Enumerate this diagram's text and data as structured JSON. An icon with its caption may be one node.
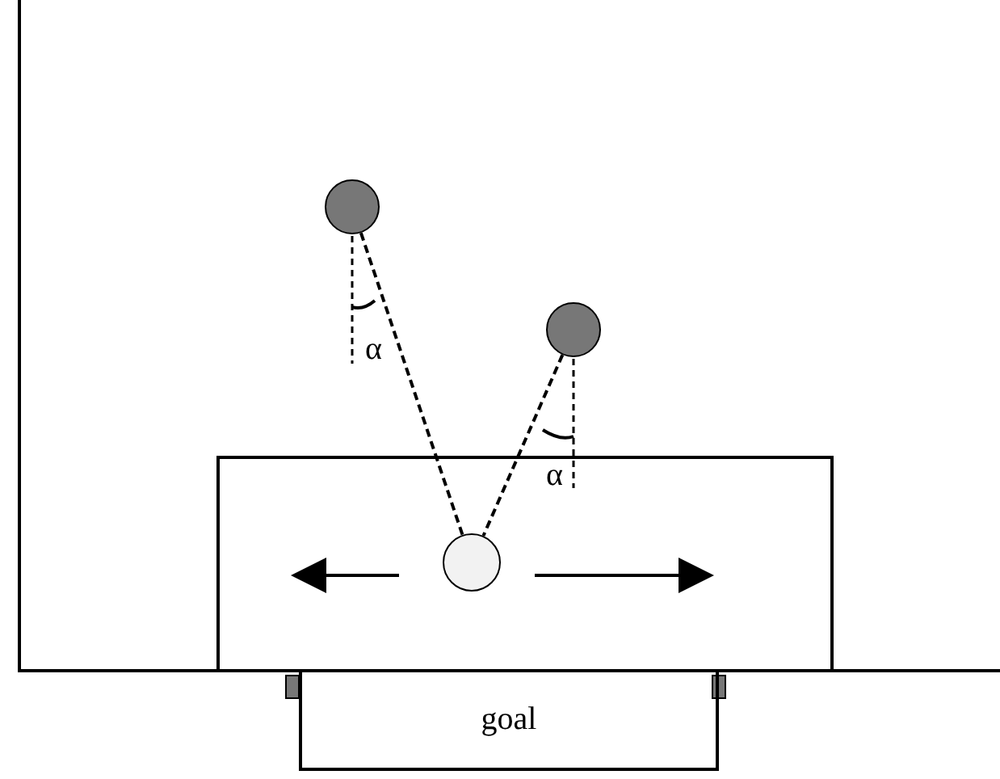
{
  "diagram": {
    "nodes": [
      {
        "text": [],
        "shape": "circle"
      },
      {
        "text": [],
        "shape": "circle"
      },
      {
        "text": [],
        "shape": "circle"
      },
      {
        "text": [
          "goal"
        ]
      }
    ],
    "edges": [
      {
        "from": 0,
        "to": 2,
        "arrow": "none",
        "style": "dashed"
      },
      {
        "from": 1,
        "to": 2,
        "arrow": "none",
        "style": "dashed"
      }
    ],
    "labels": [
      "α",
      "α"
    ]
  }
}
